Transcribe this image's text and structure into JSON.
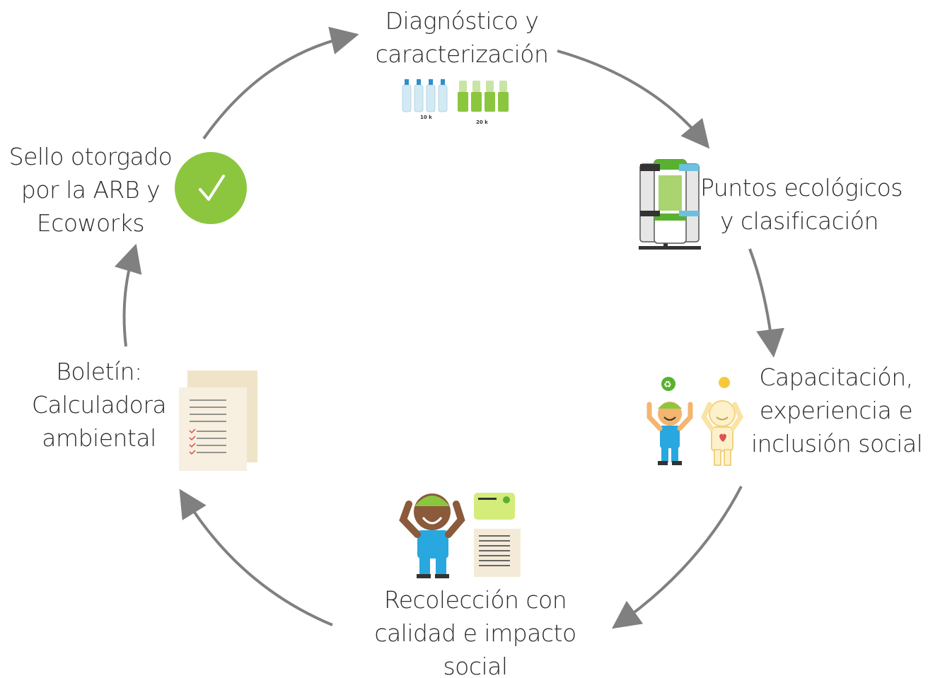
{
  "steps": [
    {
      "id": "diagnostico",
      "lines": [
        "Diagnóstico y",
        "caracterización"
      ]
    },
    {
      "id": "puntos",
      "lines": [
        "Puntos ecológicos",
        "y clasificación"
      ]
    },
    {
      "id": "capacitacion",
      "lines": [
        "Capacitación,",
        "experiencia e",
        "inclusión social"
      ]
    },
    {
      "id": "recoleccion",
      "lines": [
        "Recolección con",
        "calidad e impacto",
        "social"
      ]
    },
    {
      "id": "boletin",
      "lines": [
        "Boletín:",
        "Calculadora",
        "ambiental"
      ]
    },
    {
      "id": "sello",
      "lines": [
        "Sello otorgado",
        "por la ARB y",
        "Ecoworks"
      ]
    }
  ],
  "bottle_labels": {
    "small": "10 k",
    "large": "20 k"
  },
  "colors": {
    "arrow": "#808080",
    "accent_green": "#8cc63f",
    "worker_blue": "#29a8e0",
    "paper": "#f4ead8"
  }
}
